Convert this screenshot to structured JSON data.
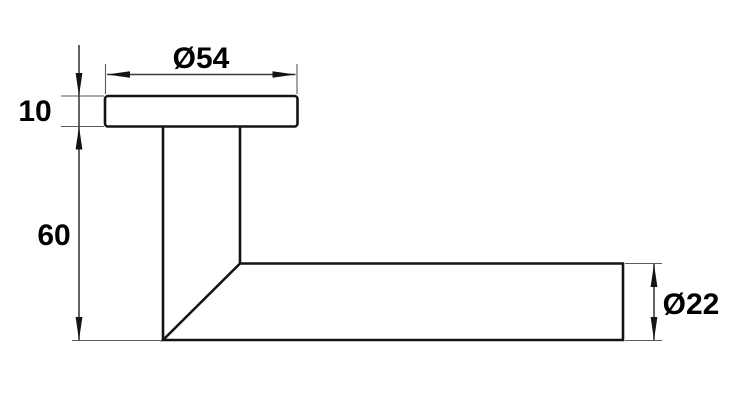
{
  "drawing": {
    "type": "technical-dimension-drawing",
    "subject": "door-lever-handle-side-view",
    "background_color": "#ffffff",
    "outline_color": "#141414",
    "dimension_line_color": "#3c3c3c",
    "text_color": "#000000",
    "parts": {
      "rose_plate": "round rose plate (side view, top)",
      "neck": "handle neck below rose",
      "lever": "horizontal lever grip bar"
    },
    "dimensions": {
      "rose_diameter": {
        "label": "Ø54",
        "value": 54
      },
      "rose_thickness": {
        "label": "10",
        "value": 10
      },
      "neck_length": {
        "label": "60",
        "value": 60
      },
      "lever_diameter": {
        "label": "Ø22",
        "value": 22
      }
    }
  }
}
